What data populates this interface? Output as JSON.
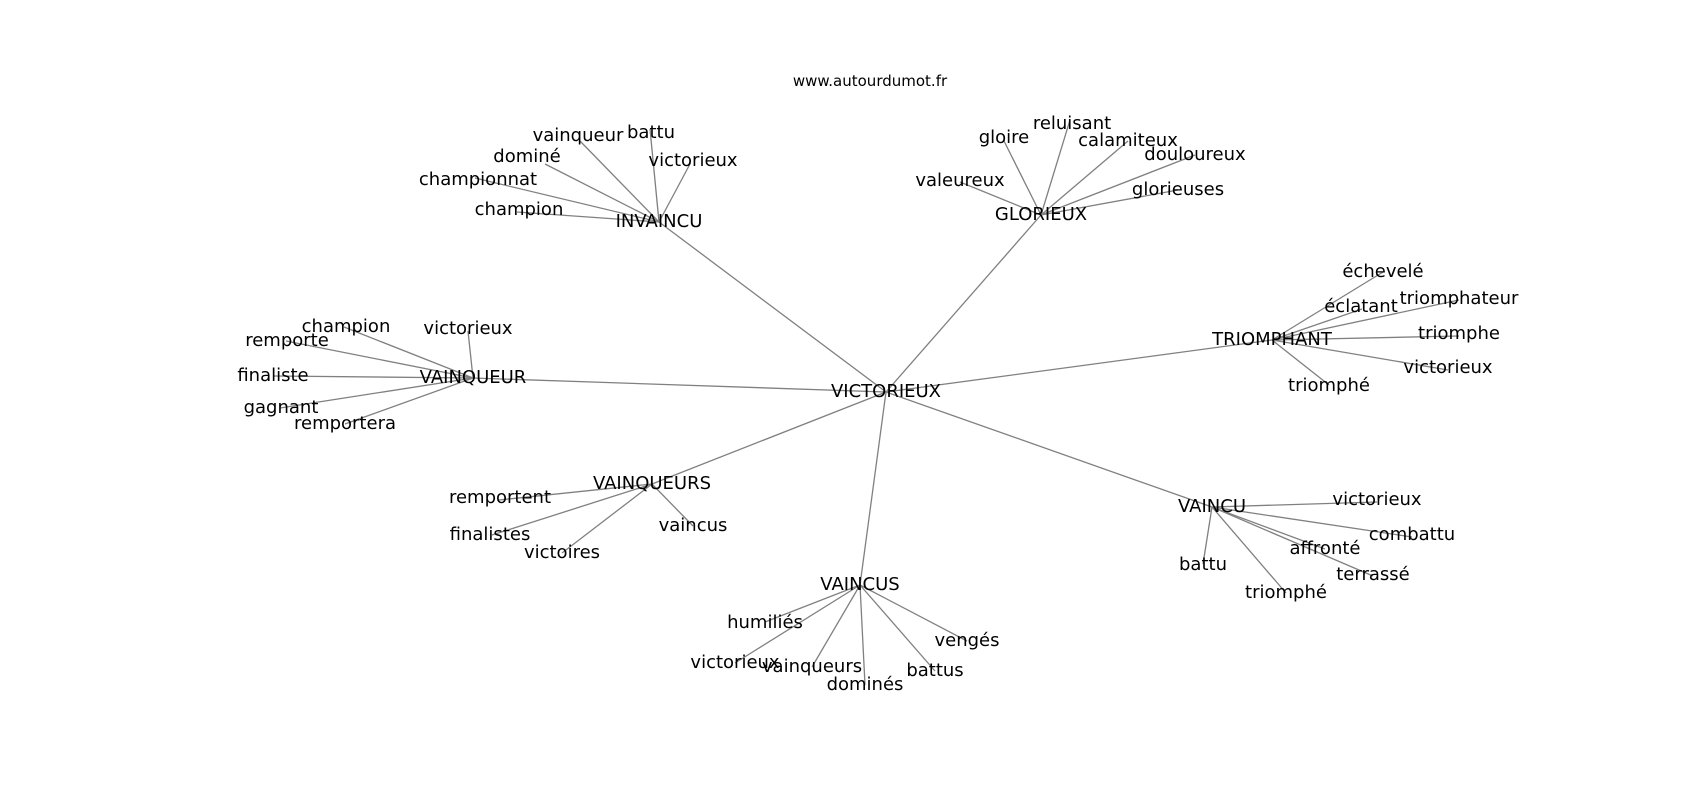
{
  "site_label": "www.autourdumot.fr",
  "graph": {
    "center": "VICTORIEUX",
    "groups": [
      {
        "hub": "INVAINCU",
        "words": [
          "vainqueur",
          "battu",
          "dominé",
          "victorieux",
          "championnat",
          "champion"
        ]
      },
      {
        "hub": "GLORIEUX",
        "words": [
          "gloire",
          "reluisant",
          "calamiteux",
          "douloureux",
          "valeureux",
          "glorieuses"
        ]
      },
      {
        "hub": "TRIOMPHANT",
        "words": [
          "échevelé",
          "éclatant",
          "triomphateur",
          "triomphe",
          "victorieux",
          "triomphé"
        ]
      },
      {
        "hub": "VAINCU",
        "words": [
          "victorieux",
          "combattu",
          "affronté",
          "terrassé",
          "battu",
          "triomphé"
        ]
      },
      {
        "hub": "VAINCUS",
        "words": [
          "humiliés",
          "victorieux",
          "vainqueurs",
          "dominés",
          "battus",
          "vengés"
        ]
      },
      {
        "hub": "VAINQUEURS",
        "words": [
          "remportent",
          "finalistes",
          "victoires",
          "vaincus"
        ]
      },
      {
        "hub": "VAINQUEUR",
        "words": [
          "champion",
          "victorieux",
          "remporte",
          "finaliste",
          "gagnant",
          "remportera"
        ]
      }
    ]
  }
}
